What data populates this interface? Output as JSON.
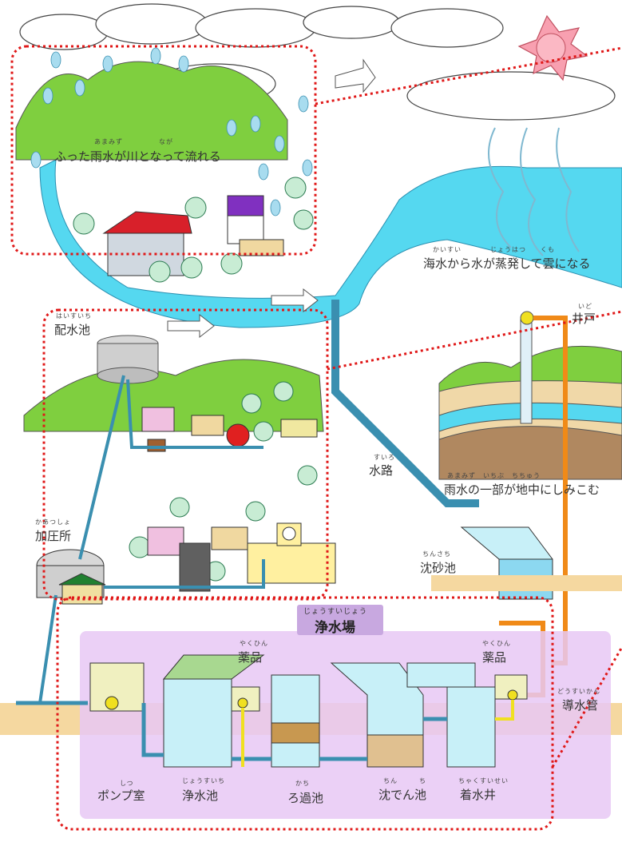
{
  "labels": {
    "rain": {
      "ruby": "あまみず　　　　　なが",
      "text": "ふった雨水が川となって流れる"
    },
    "evaporate": {
      "ruby": "かいすい　　　　じょうはつ　　くも",
      "text": "海水から水が蒸発して雲になる"
    },
    "well": {
      "ruby": "いど",
      "text": "井戸"
    },
    "reservoir": {
      "ruby": "はいすいち",
      "text": "配水池"
    },
    "waterway": {
      "ruby": "すいろ",
      "text": "水路"
    },
    "seep": {
      "ruby": "あまみず　いちぶ　ちちゅう",
      "text": "雨水の一部が地中にしみこむ"
    },
    "booster": {
      "ruby": "かあつしょ",
      "text": "加圧所"
    },
    "sandbasin": {
      "ruby": "ちんさち",
      "text": "沈砂池"
    },
    "plant": {
      "ruby": "じょうすいじょう",
      "text": "浄水場"
    },
    "chem1": {
      "ruby": "やくひん",
      "text": "薬品"
    },
    "chem2": {
      "ruby": "やくひん",
      "text": "薬品"
    },
    "conduit": {
      "ruby": "どうすいかん",
      "text": "導水管"
    },
    "pump": {
      "ruby": "しつ",
      "text": "ポンプ室"
    },
    "cleanpool": {
      "ruby": "じょうすいち",
      "text": "浄水池"
    },
    "filter": {
      "ruby": "かち",
      "text": "ろ過池"
    },
    "settle": {
      "ruby": "ちん　　　ち",
      "text": "沈でん池"
    },
    "intake": {
      "ruby": "ちゃくすいせい",
      "text": "着水井"
    }
  }
}
